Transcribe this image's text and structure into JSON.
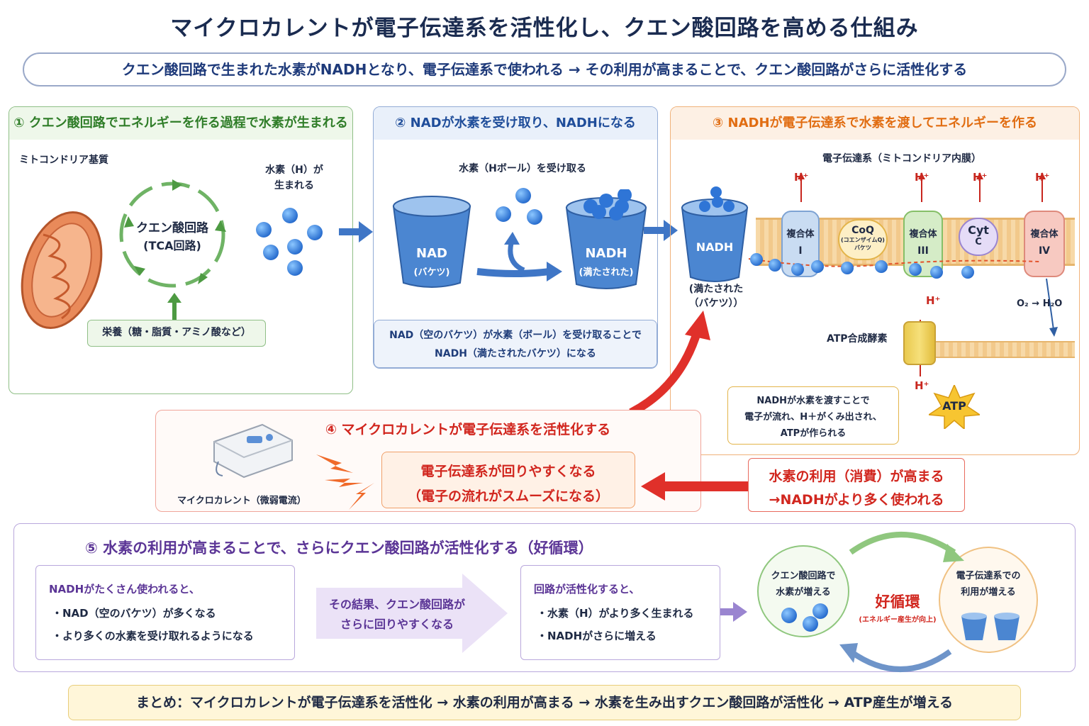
{
  "title": "マイクロカレントが電子伝達系を活性化し、クエン酸回路を高める仕組み",
  "subtitle": "クエン酸回路で生まれた水素がNADHとなり、電子伝達系で使われる → その利用が高まることで、クエン酸回路がさらに活性化する",
  "panel1": {
    "heading": "① クエン酸回路でエネルギーを作る過程で水素が生まれる",
    "matrix_label": "ミトコンドリア基質",
    "cycle_label_1": "クエン酸回路",
    "cycle_label_2": "(TCA回路)",
    "hydrogen_label_1": "水素（H）が",
    "hydrogen_label_2": "生まれる",
    "nutrition": "栄養（糖・脂質・アミノ酸など）"
  },
  "panel2": {
    "heading": "② NADが水素を受け取り、NADHになる",
    "receive_label": "水素（Hボール）を受け取る",
    "nad_label": "NAD",
    "nad_sub": "(バケツ)",
    "nadh_label": "NADH",
    "nadh_sub": "(満たされた)",
    "note_1": "NAD（空のバケツ）が水素（ボール）を受け取ることで",
    "note_2": "NADH（満たされたバケツ）になる"
  },
  "panel3": {
    "heading": "③ NADHが電子伝達系で水素を渡してエネルギーを作る",
    "etc_label": "電子伝達系（ミトコンドリア内膜）",
    "bucket_label": "NADH",
    "bucket_sub_1": "(満たされた",
    "bucket_sub_2": "（バケツ））",
    "complex1_a": "複合体",
    "complex1_b": "I",
    "coq_a": "CoQ",
    "coq_b": "(コエンザイムQ)",
    "coq_c": "バケツ",
    "complex3_a": "複合体",
    "complex3_b": "III",
    "cytc_a": "Cyt",
    "cytc_b": "C",
    "complex4_a": "複合体",
    "complex4_b": "IV",
    "hplus": "H⁺",
    "o2": "O₂ → H₂O",
    "atp_synthase": "ATP合成酵素",
    "atp": "ATP",
    "note_1": "NADHが水素を渡すことで",
    "note_2": "電子が流れ、H＋がくみ出され、",
    "note_3": "ATPが作られる"
  },
  "panel4": {
    "heading": "④ マイクロカレントが電子伝達系を活性化する",
    "device_label": "マイクロカレント（微弱電流）",
    "center_1": "電子伝達系が回りやすくなる",
    "center_2": "（電子の流れがスムーズになる）",
    "right_1": "水素の利用（消費）が高まる",
    "right_2": "→NADHがより多く使われる"
  },
  "panel5": {
    "heading": "⑤ 水素の利用が高まることで、さらにクエン酸回路が活性化する（好循環）",
    "box1_title": "NADHがたくさん使われると、",
    "box1_items": [
      "・NAD（空のバケツ）が多くなる",
      "・より多くの水素を受け取れるようになる"
    ],
    "arrow_1": "その結果、クエン酸回路が",
    "arrow_2": "さらに回りやすくなる",
    "box2_title": "回路が活性化すると、",
    "box2_items": [
      "・水素（H）がより多く生まれる",
      "・NADHがさらに増える"
    ],
    "circle_left_1": "クエン酸回路で",
    "circle_left_2": "水素が増える",
    "cycle_center": "好循環",
    "cycle_center_sub": "(エネルギー産生が向上)",
    "circle_right_1": "電子伝達系での",
    "circle_right_2": "利用が増える"
  },
  "summary": "まとめ：マイクロカレントが電子伝達系を活性化 → 水素の利用が高まる → 水素を生み出すクエン酸回路が活性化 → ATP産生が増える"
}
